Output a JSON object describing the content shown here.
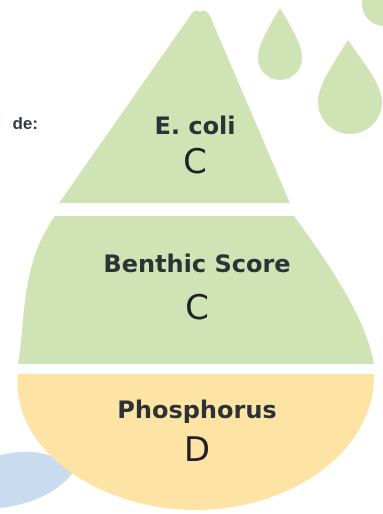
{
  "side_label": "de:",
  "colors": {
    "green": "#cfe3b4",
    "yellow": "#fde4a4",
    "blue": "#c9dcef",
    "text": "#2c3236"
  },
  "segments": [
    {
      "label": "E. coli",
      "grade": "C",
      "color": "#cfe3b4"
    },
    {
      "label": "Benthic Score",
      "grade": "C",
      "color": "#cfe3b4"
    },
    {
      "label": "Phosphorus",
      "grade": "D",
      "color": "#fde4a4"
    }
  ]
}
